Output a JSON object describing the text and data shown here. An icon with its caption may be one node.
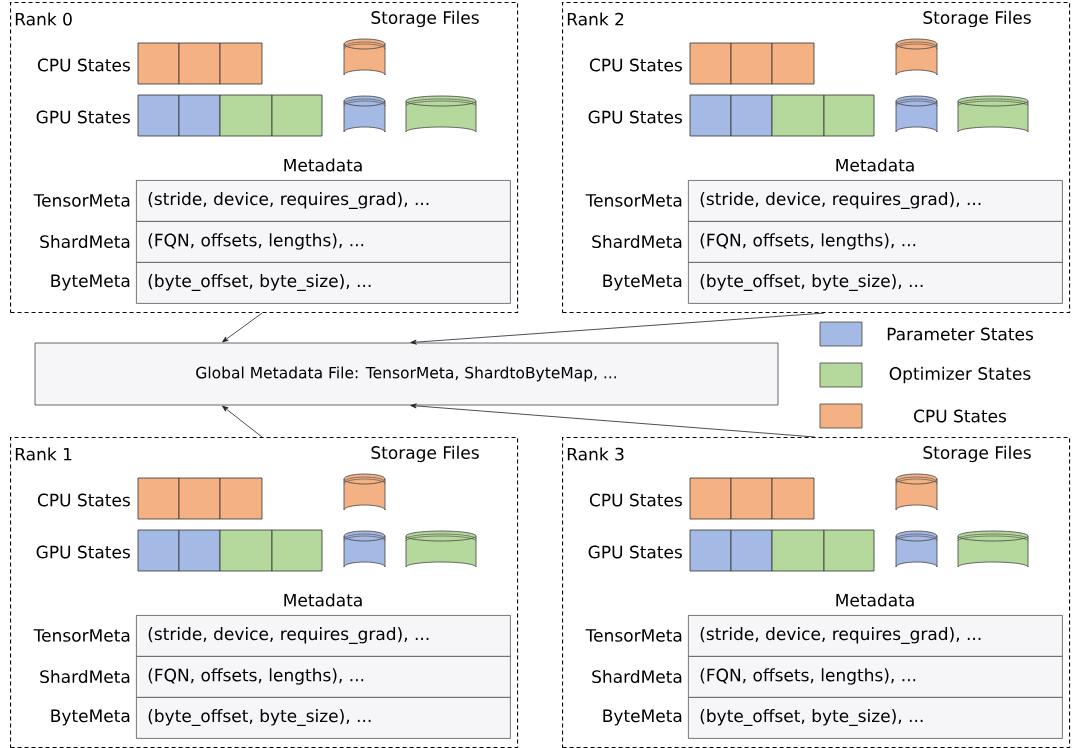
{
  "diagram": {
    "nodes": [
      {
        "text": [
          "Rank 0",
          "Storage Files",
          "CPU States",
          "GPU States",
          "Metadata"
        ]
      },
      {
        "text": [
          "(stride, device, requires_grad), ..."
        ],
        "beside": [
          "TensorMeta"
        ],
        "in": 0
      },
      {
        "text": [
          "(FQN, offsets, lengths), ..."
        ],
        "beside": [
          "ShardMeta"
        ],
        "in": 0
      },
      {
        "text": [
          "(byte_offset, byte_size), ..."
        ],
        "beside": [
          "ByteMeta"
        ],
        "in": 0
      },
      {
        "text": [
          "Rank 2",
          "Storage Files",
          "CPU States",
          "GPU States",
          "Metadata"
        ]
      },
      {
        "text": [
          "(stride, device, requires_grad), ..."
        ],
        "beside": [
          "TensorMeta"
        ],
        "in": 4
      },
      {
        "text": [
          "(FQN, offsets, lengths), ..."
        ],
        "beside": [
          "ShardMeta"
        ],
        "in": 4
      },
      {
        "text": [
          "(byte_offset, byte_size), ..."
        ],
        "beside": [
          "ByteMeta"
        ],
        "in": 4
      },
      {
        "text": [
          "Global Metadata File: TensorMeta, ShardtoByteMap, ..."
        ]
      },
      {
        "text": [
          "Rank 1",
          "Storage Files",
          "CPU States",
          "GPU States",
          "Metadata"
        ]
      },
      {
        "text": [
          "(stride, device, requires_grad), ..."
        ],
        "beside": [
          "TensorMeta"
        ],
        "in": 9
      },
      {
        "text": [
          "(FQN, offsets, lengths), ..."
        ],
        "beside": [
          "ShardMeta"
        ],
        "in": 9
      },
      {
        "text": [
          "(byte_offset, byte_size), ..."
        ],
        "beside": [
          "ByteMeta"
        ],
        "in": 9
      },
      {
        "text": [
          "Rank 3",
          "Storage Files",
          "CPU States",
          "GPU States",
          "Metadata"
        ]
      },
      {
        "text": [
          "(stride, device, requires_grad), ..."
        ],
        "beside": [
          "TensorMeta"
        ],
        "in": 13
      },
      {
        "text": [
          "(FQN, offsets, lengths), ..."
        ],
        "beside": [
          "ShardMeta"
        ],
        "in": 13
      },
      {
        "text": [
          "(byte_offset, byte_size), ..."
        ],
        "beside": [
          "ByteMeta"
        ],
        "in": 13
      }
    ],
    "edges": [
      {
        "from": 0,
        "to": 8,
        "arrow": "to"
      },
      {
        "from": 4,
        "to": 8,
        "arrow": "to"
      },
      {
        "from": 9,
        "to": 8,
        "arrow": "to"
      },
      {
        "from": 13,
        "to": 8,
        "arrow": "to"
      }
    ],
    "legend": [
      {
        "text": "Parameter States",
        "color": "#a4b9e3"
      },
      {
        "text": "Optimizer States",
        "color": "#b5d99c"
      },
      {
        "text": "CPU States",
        "color": "#f4b183"
      }
    ]
  }
}
